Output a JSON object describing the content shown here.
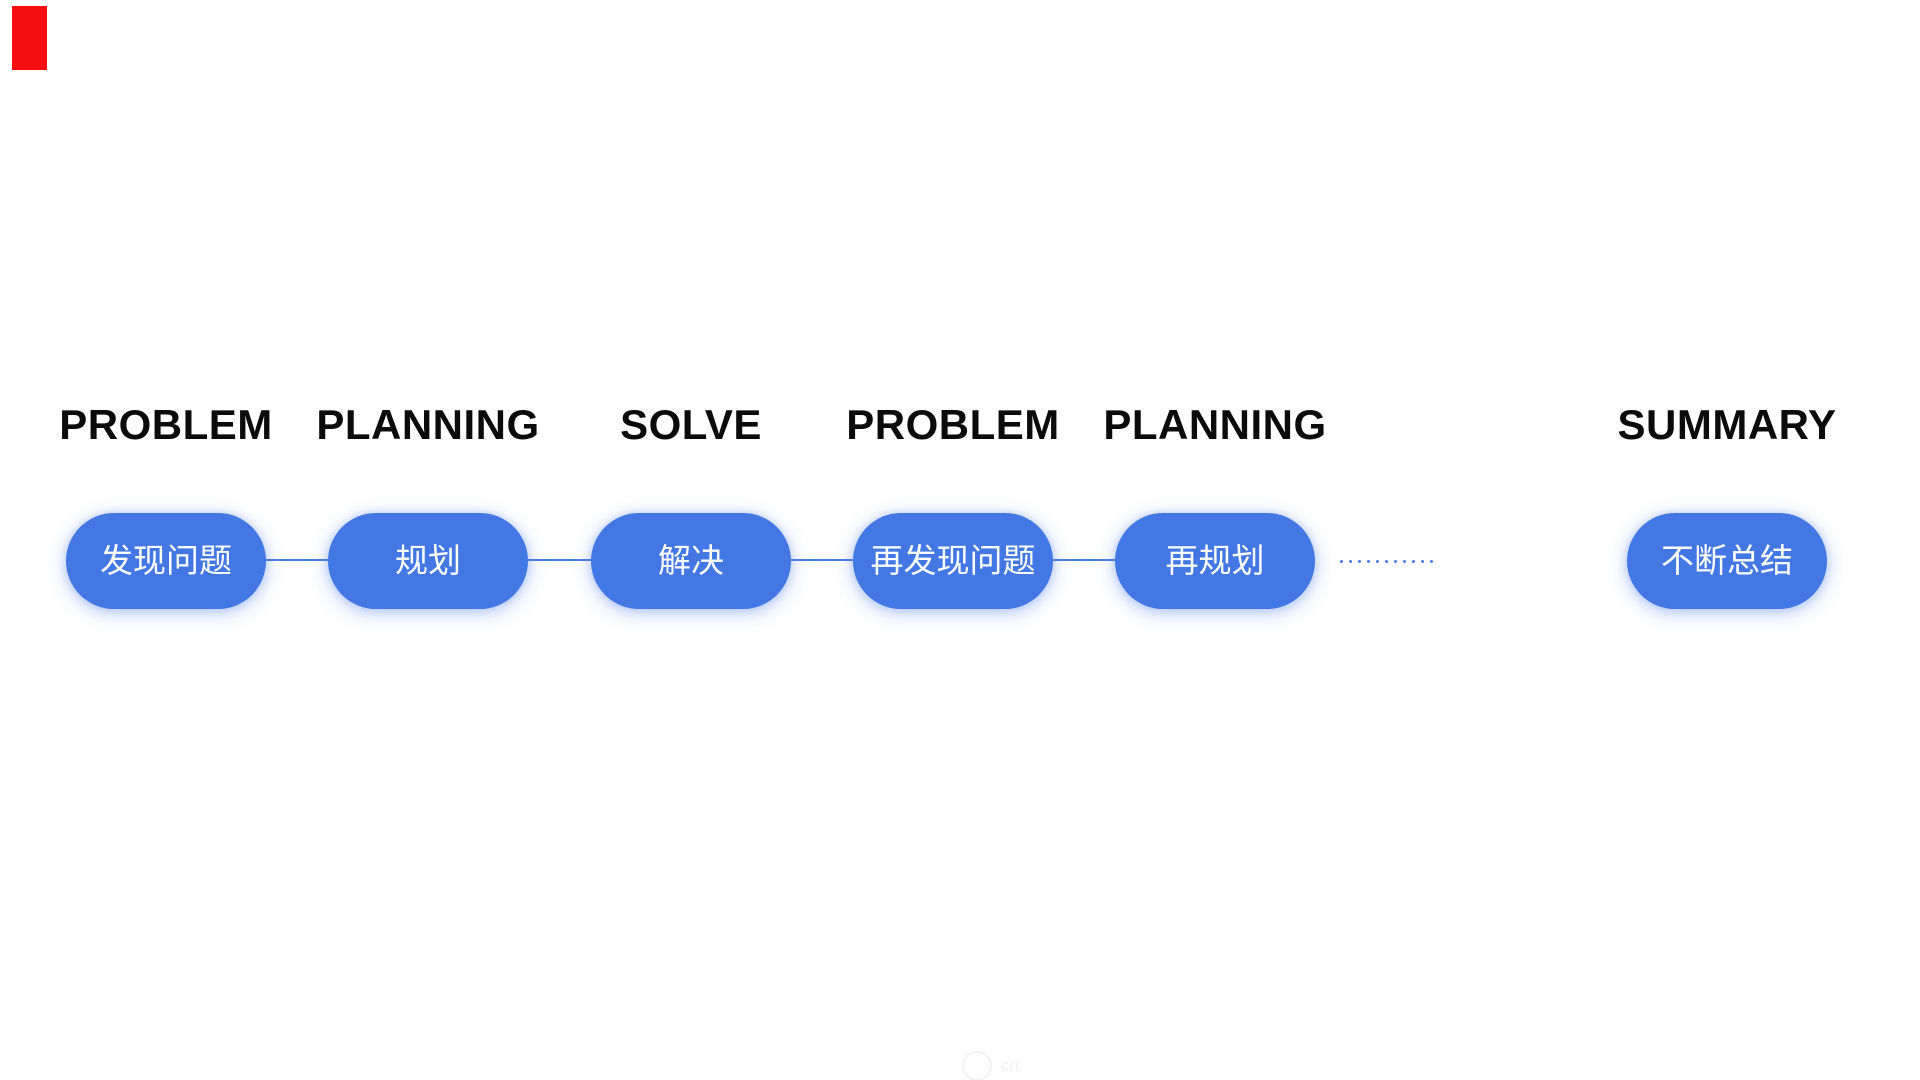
{
  "canvas": {
    "background": "#ffffff"
  },
  "corner_marker": {
    "color": "#f60d0d"
  },
  "colors": {
    "node_fill": "#4377e3",
    "node_text": "#ffffff",
    "label_text": "#0b0b0b",
    "connector": "#4a7de2"
  },
  "steps": [
    {
      "label": "PROBLEM",
      "node": "发现问题"
    },
    {
      "label": "PLANNING",
      "node": "规划"
    },
    {
      "label": "SOLVE",
      "node": "解决"
    },
    {
      "label": "PROBLEM",
      "node": "再发现问题"
    },
    {
      "label": "PLANNING",
      "node": "再规划"
    },
    {
      "label": "SUMMARY",
      "node": "不断总结"
    }
  ],
  "connectors": {
    "solid_segments": 4,
    "dotted_dot_count": 11
  },
  "watermark": {
    "text": "cn"
  }
}
